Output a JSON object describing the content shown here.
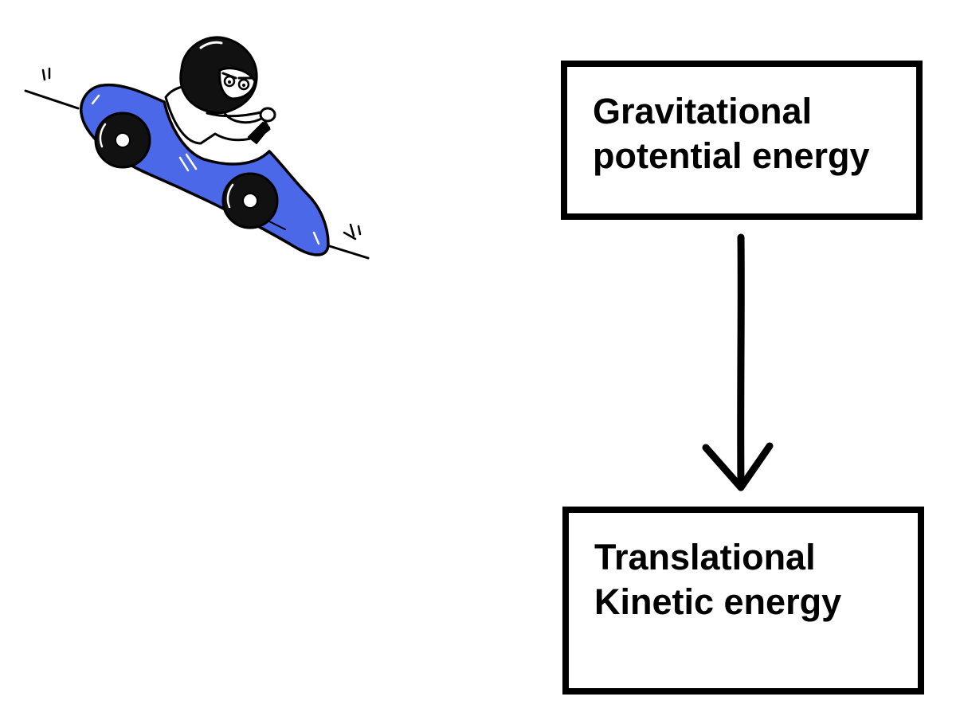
{
  "boxes": {
    "source": {
      "line1": "Gravitational",
      "line2": "potential energy"
    },
    "target": {
      "line1": "Translational",
      "line2": "Kinetic energy"
    }
  },
  "colors": {
    "car": "#4a68e8",
    "stroke": "#000000",
    "background": "#ffffff"
  },
  "icons": {
    "illustration": "go-kart-downhill-icon",
    "arrow": "arrow-down-icon"
  }
}
